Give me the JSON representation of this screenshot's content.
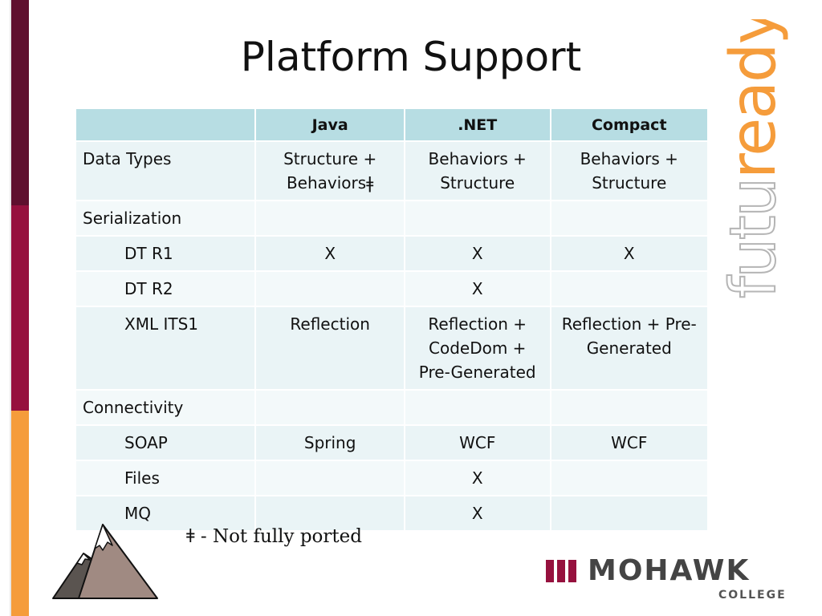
{
  "slide": {
    "title": "Platform Support",
    "brand_word": "futuready",
    "brand_word_part1": "futu",
    "brand_word_part2": "ready",
    "footnote": "ǂ - Not fully ported",
    "logo": {
      "name": "MOHAWK",
      "subtitle": "COLLEGE"
    },
    "colors": {
      "accent_orange": "#f59c3b",
      "accent_maroon": "#96113e",
      "accent_dark": "#5f0f2e",
      "table_header": "#b7dde3"
    }
  },
  "table": {
    "headers": [
      "",
      "Java",
      ".NET",
      "Compact"
    ],
    "rows": [
      {
        "label": "Data Types",
        "indent": false,
        "cells": [
          "Structure + Behaviorsǂ",
          "Behaviors + Structure",
          "Behaviors + Structure"
        ]
      },
      {
        "label": "Serialization",
        "indent": false,
        "cells": [
          "",
          "",
          ""
        ]
      },
      {
        "label": "DT R1",
        "indent": true,
        "cells": [
          "X",
          "X",
          "X"
        ]
      },
      {
        "label": "DT R2",
        "indent": true,
        "cells": [
          "",
          "X",
          ""
        ]
      },
      {
        "label": "XML ITS1",
        "indent": true,
        "cells": [
          "Reflection",
          "Reflection + CodeDom + Pre-Generated",
          "Reflection + Pre-Generated"
        ]
      },
      {
        "label": "Connectivity",
        "indent": false,
        "cells": [
          "",
          "",
          ""
        ]
      },
      {
        "label": "SOAP",
        "indent": true,
        "cells": [
          "Spring",
          "WCF",
          "WCF"
        ]
      },
      {
        "label": "Files",
        "indent": true,
        "cells": [
          "",
          "X",
          ""
        ]
      },
      {
        "label": "MQ",
        "indent": true,
        "cells": [
          "",
          "X",
          ""
        ]
      }
    ]
  },
  "icons": [
    "mountain-icon",
    "mohawk-logo-icon"
  ]
}
